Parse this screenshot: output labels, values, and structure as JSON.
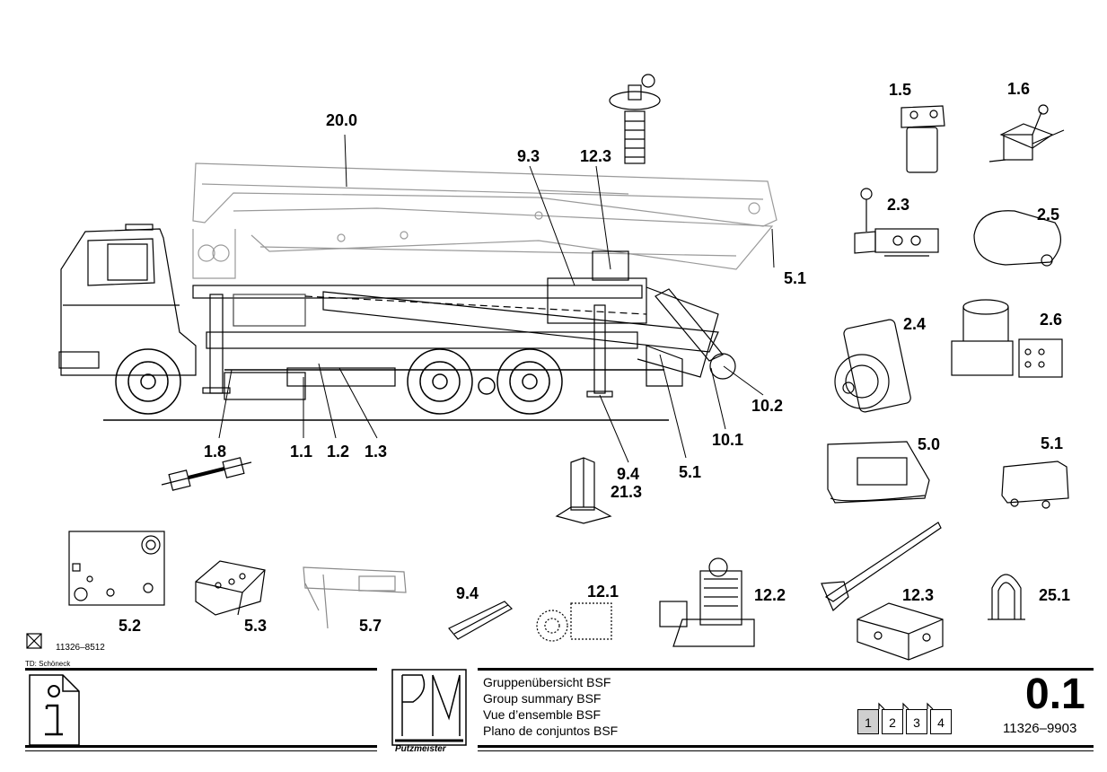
{
  "labels": {
    "l_20_0": "20.0",
    "l_9_3": "9.3",
    "l_12_3_top": "12.3",
    "l_5_1_a": "5.1",
    "l_10_2": "10.2",
    "l_10_1": "10.1",
    "l_5_1_b": "5.1",
    "l_9_4_a": "9.4",
    "l_21_3": "21.3",
    "l_1_8": "1.8",
    "l_1_1": "1.1",
    "l_1_2": "1.2",
    "l_1_3": "1.3",
    "l_1_5": "1.5",
    "l_1_6": "1.6",
    "l_2_3": "2.3",
    "l_2_5": "2.5",
    "l_2_4": "2.4",
    "l_2_6": "2.6",
    "l_5_0": "5.0",
    "l_5_1_c": "5.1",
    "l_5_2": "5.2",
    "l_5_3": "5.3",
    "l_5_7": "5.7",
    "l_9_4_b": "9.4",
    "l_12_1": "12.1",
    "l_12_2": "12.2",
    "l_12_3_b": "12.3",
    "l_25_1": "25.1"
  },
  "footer": {
    "ref_number": "11326–8512",
    "td_author": "TD: Schöneck",
    "titles": [
      "Gruppenübersicht BSF",
      "Group summary BSF",
      "Vue d’ensemble BSF",
      "Plano de conjuntos BSF"
    ],
    "logo_text": "Putzmeister",
    "section_number": "0.1",
    "document_number": "11326–9903",
    "pages": [
      "1",
      "2",
      "3",
      "4"
    ],
    "active_page": "1"
  }
}
